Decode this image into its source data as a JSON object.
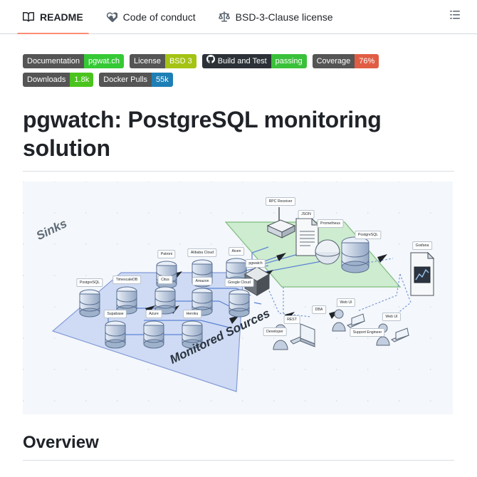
{
  "tabbar": {
    "tabs": [
      {
        "id": "readme",
        "label": "README",
        "icon": "book-icon",
        "active": true
      },
      {
        "id": "code-of-conduct",
        "label": "Code of conduct",
        "icon": "heart-handshake-icon",
        "active": false
      },
      {
        "id": "license",
        "label": "BSD-3-Clause license",
        "icon": "scale-balance-icon",
        "active": false
      }
    ],
    "outline_button": {
      "icon": "list-outline-icon",
      "title": "Outline"
    }
  },
  "readme": {
    "badges": [
      {
        "label": "Documentation",
        "value": "pgwat.ch",
        "label_color": "#555555",
        "value_color": "#35c935",
        "icon": null
      },
      {
        "label": "License",
        "value": "BSD 3",
        "label_color": "#555555",
        "value_color": "#a4c314",
        "icon": null
      },
      {
        "label": "Build and Test",
        "value": "passing",
        "label_color": "#2b3137",
        "value_color": "#3ac13a",
        "icon": "github-mark-icon"
      },
      {
        "label": "Coverage",
        "value": "76%",
        "label_color": "#555555",
        "value_color": "#e05d44",
        "icon": null
      },
      {
        "label": "Downloads",
        "value": "1.8k",
        "label_color": "#555555",
        "value_color": "#4ac31e",
        "icon": null
      },
      {
        "label": "Docker Pulls",
        "value": "55k",
        "label_color": "#555555",
        "value_color": "#1d7fb5",
        "icon": null
      }
    ],
    "title": "pgwatch: PostgreSQL monitoring solution",
    "section_heading": "Overview"
  },
  "diagram": {
    "alt": "pgwatch architecture isometric diagram",
    "zones": [
      {
        "name": "sinks",
        "label": "Sinks",
        "fill": "#cde9cd",
        "stroke": "#7dbb7d"
      },
      {
        "name": "monitored-sources",
        "label": "Monitored Sources",
        "fill": "#c9d6f2",
        "stroke": "#7e95d4"
      }
    ],
    "nodes": [
      {
        "id": "rpc-receiver",
        "label": "RPC Receiver",
        "zone": "sinks"
      },
      {
        "id": "json",
        "label": "JSON",
        "zone": "sinks"
      },
      {
        "id": "prometheus",
        "label": "Prometheus",
        "zone": "sinks"
      },
      {
        "id": "postgresql-sink",
        "label": "PostgreSQL",
        "zone": "sinks"
      },
      {
        "id": "pgwatch",
        "label": "pgwatch",
        "zone": "core"
      },
      {
        "id": "patroni",
        "label": "Patroni",
        "zone": "monitored-sources"
      },
      {
        "id": "alibaba-cloud",
        "label": "Alibaba Cloud",
        "zone": "monitored-sources"
      },
      {
        "id": "aiven",
        "label": "Aiven",
        "zone": "monitored-sources"
      },
      {
        "id": "postgresql-source",
        "label": "PostgreSQL",
        "zone": "monitored-sources"
      },
      {
        "id": "timescaledb",
        "label": "TimescaleDB",
        "zone": "monitored-sources"
      },
      {
        "id": "citus",
        "label": "Citus",
        "zone": "monitored-sources"
      },
      {
        "id": "amazon",
        "label": "Amazon",
        "zone": "monitored-sources"
      },
      {
        "id": "google-cloud",
        "label": "Google Cloud",
        "zone": "monitored-sources"
      },
      {
        "id": "supabase",
        "label": "Supabase",
        "zone": "monitored-sources"
      },
      {
        "id": "azure",
        "label": "Azure",
        "zone": "monitored-sources"
      },
      {
        "id": "heroku",
        "label": "Heroku",
        "zone": "monitored-sources"
      },
      {
        "id": "grafana",
        "label": "Grafana",
        "zone": "consumers"
      },
      {
        "id": "webui-dba",
        "label": "Web UI",
        "zone": "consumers"
      },
      {
        "id": "webui-support",
        "label": "Web UI",
        "zone": "consumers"
      },
      {
        "id": "dba",
        "label": "DBA",
        "zone": "consumers"
      },
      {
        "id": "support-engineer",
        "label": "Support Engineer",
        "zone": "consumers"
      },
      {
        "id": "rest",
        "label": "REST",
        "zone": "consumers"
      },
      {
        "id": "developer",
        "label": "Developer",
        "zone": "consumers"
      }
    ]
  }
}
